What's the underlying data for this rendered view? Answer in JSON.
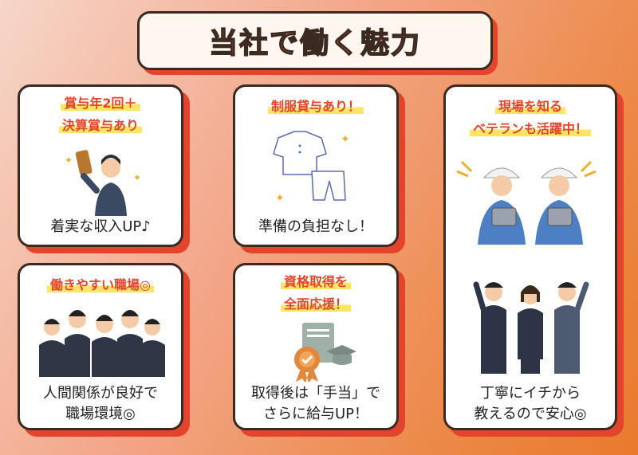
{
  "title": "当社で働く魅力",
  "cards": [
    {
      "heading": [
        "賞与年2回＋",
        "決算賞与あり"
      ],
      "body": [
        "着実な収入UP♪"
      ]
    },
    {
      "heading": [
        "制服貸与あり！"
      ],
      "body": [
        "準備の負担なし！"
      ]
    },
    {
      "heading": [
        "現場を知る",
        "ベテランも活躍中！"
      ],
      "body": [
        "丁寧にイチから",
        "教えるので安心◎"
      ]
    },
    {
      "heading": [
        "働きやすい職場◎"
      ],
      "body": [
        "人間関係が良好で",
        "職場環境◎"
      ]
    },
    {
      "heading": [
        "資格取得を",
        "全面応援！"
      ],
      "body": [
        "取得後は「手当」で",
        "さらに給与UP！"
      ]
    }
  ],
  "colors": {
    "accent": "#e2452b",
    "title": "#e8622a",
    "highlight": "#ffe566"
  }
}
